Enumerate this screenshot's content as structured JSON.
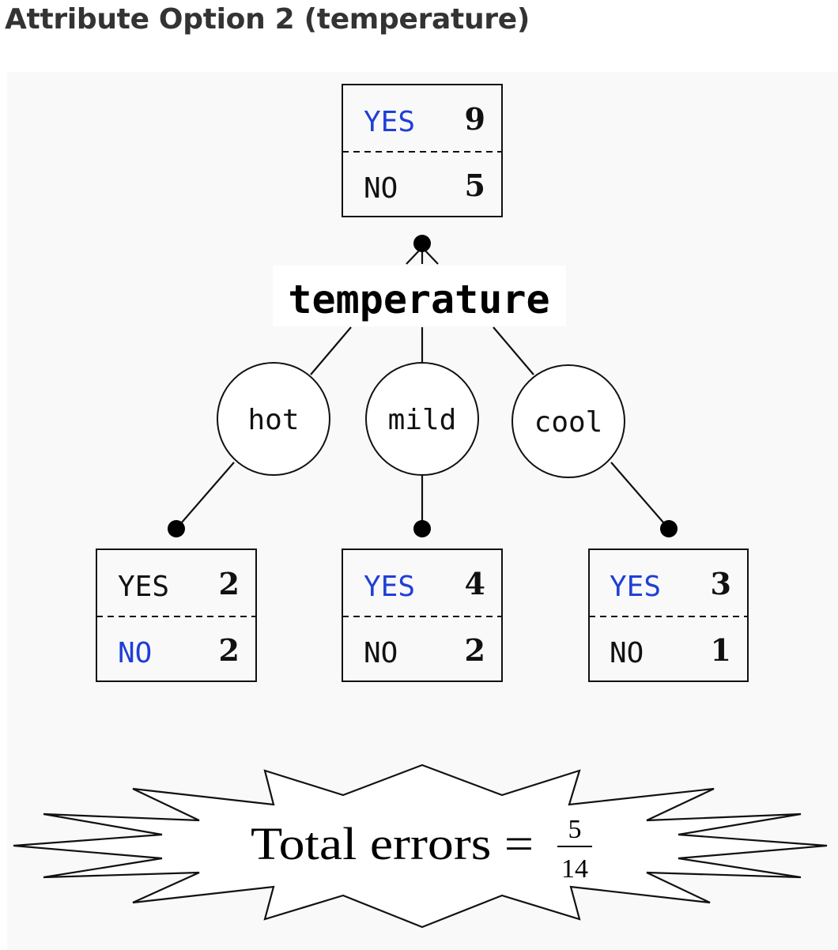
{
  "title": "Attribute Option 2 (temperature)",
  "colors": {
    "highlight": "#1f3fd6",
    "text": "#111111",
    "heading": "#333333"
  },
  "root": {
    "yes_label": "YES",
    "yes_count": "9",
    "no_label": "NO",
    "no_count": "5",
    "majority": "yes"
  },
  "split_attribute": "temperature",
  "branches": [
    {
      "value": "hot",
      "yes_label": "YES",
      "yes_count": "2",
      "no_label": "NO",
      "no_count": "2",
      "majority": "no"
    },
    {
      "value": "mild",
      "yes_label": "YES",
      "yes_count": "4",
      "no_label": "NO",
      "no_count": "2",
      "majority": "yes"
    },
    {
      "value": "cool",
      "yes_label": "YES",
      "yes_count": "3",
      "no_label": "NO",
      "no_count": "1",
      "majority": "yes"
    }
  ],
  "total_errors": {
    "label": "Total errors =",
    "numerator": "5",
    "denominator": "14"
  }
}
